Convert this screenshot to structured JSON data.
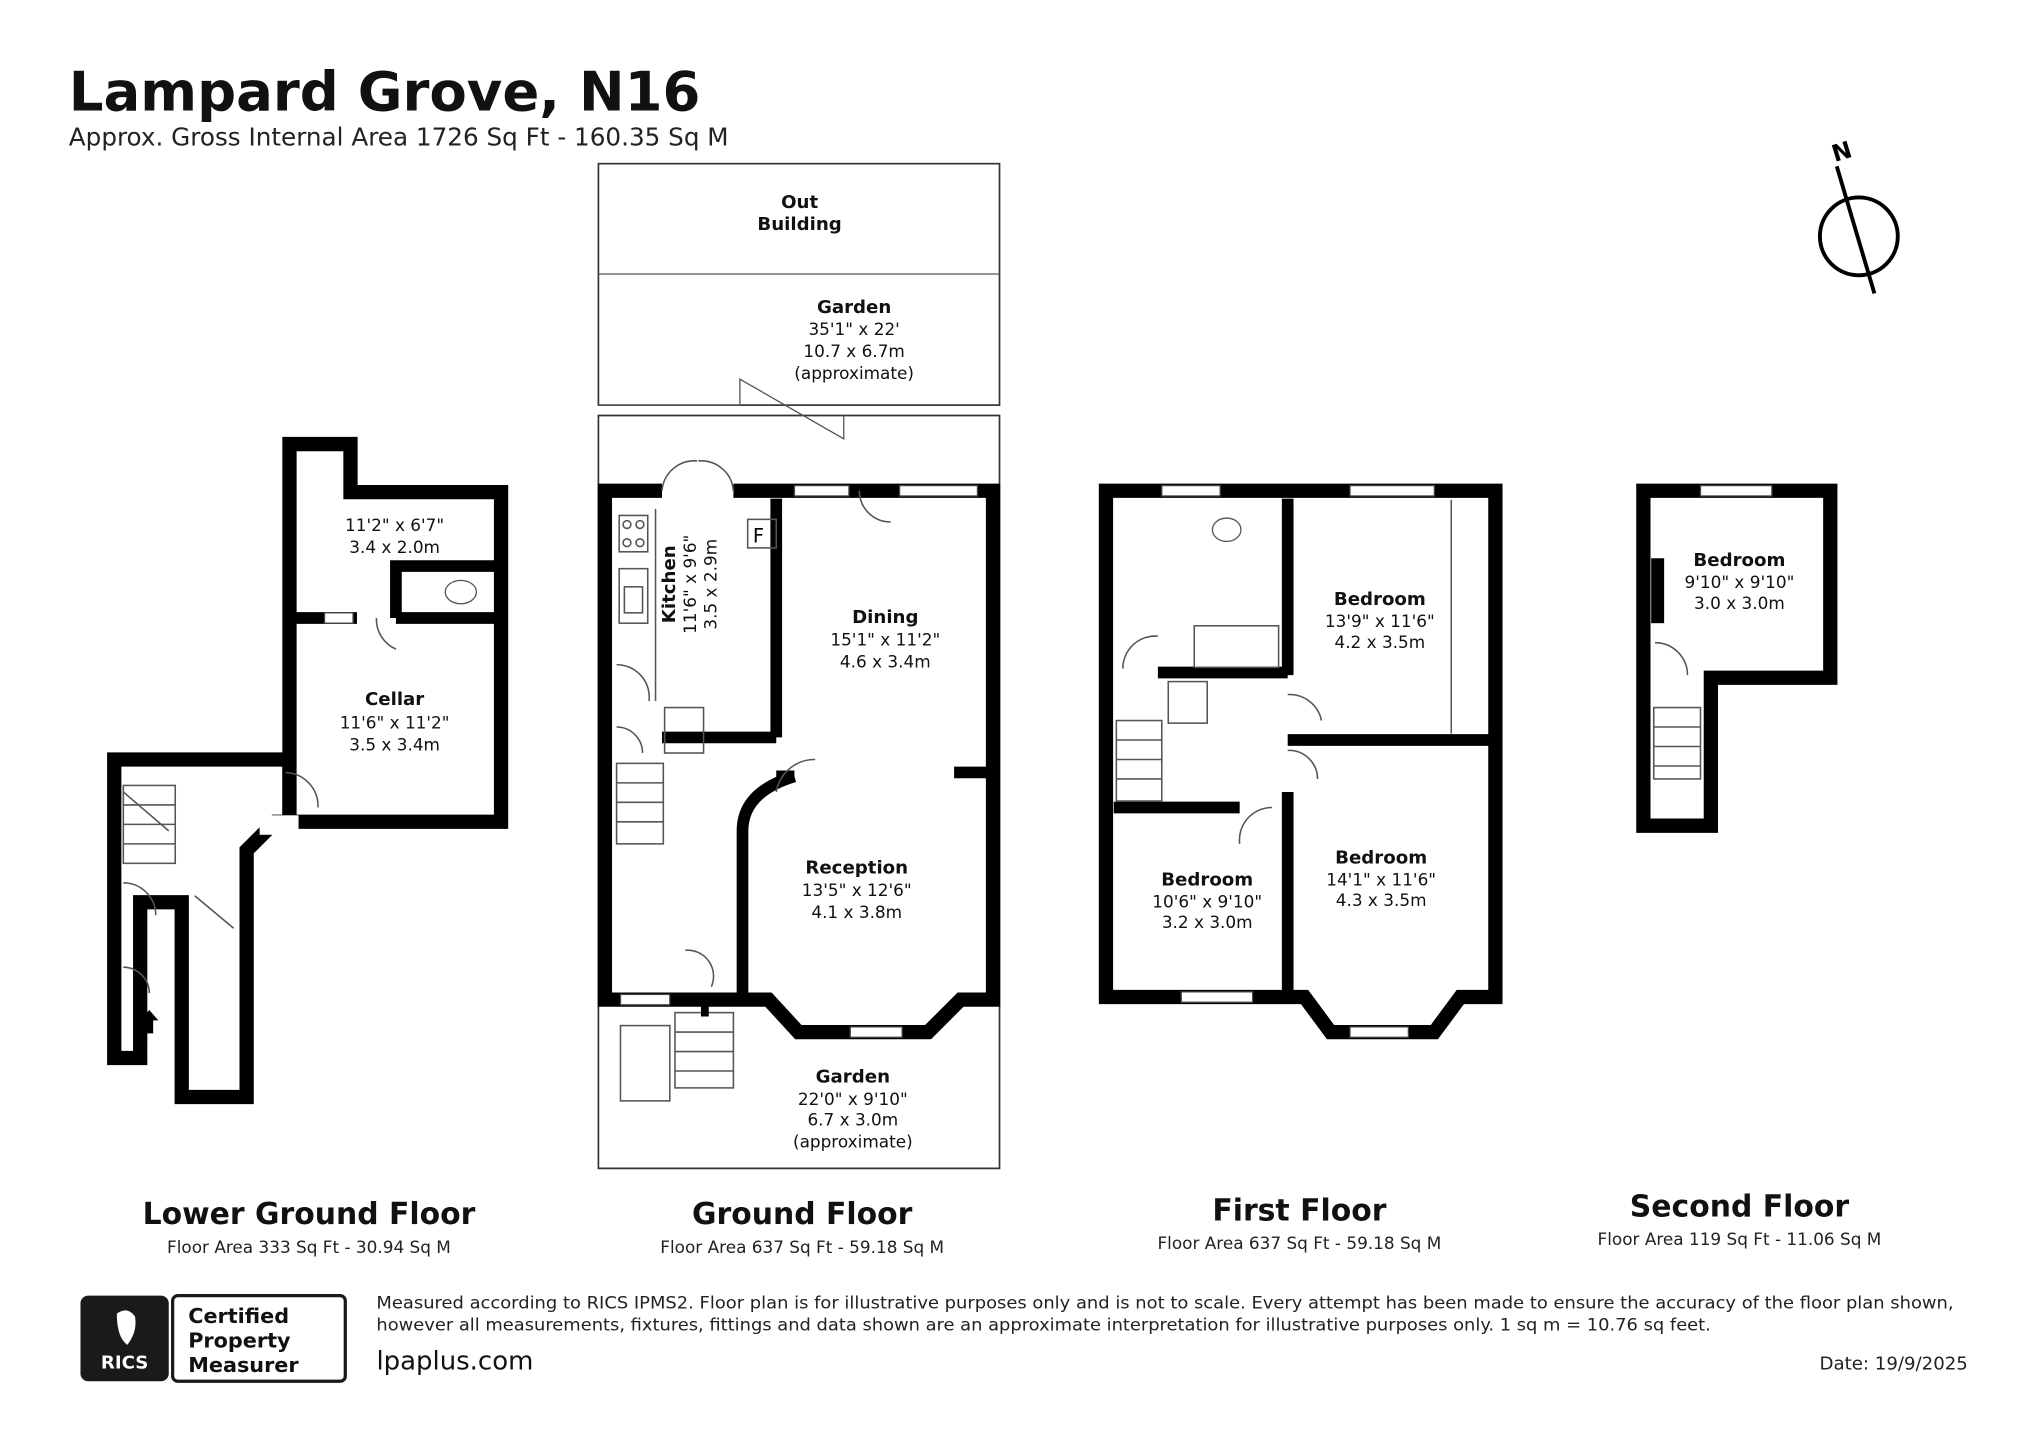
{
  "header": {
    "title": "Lampard Grove, N16",
    "subtitle": "Approx. Gross Internal Area 1726 Sq Ft - 160.35 Sq M"
  },
  "compass": {
    "label": "N"
  },
  "floors": [
    {
      "name": "Lower Ground Floor",
      "area": "Floor Area 333 Sq Ft - 30.94 Sq M",
      "rooms": [
        {
          "dims": "11'2\" x 6'7\"",
          "metric": "3.4 x 2.0m"
        },
        {
          "name": "Cellar",
          "dims": "11'6\" x 11'2\"",
          "metric": "3.5 x 3.4m"
        }
      ]
    },
    {
      "name": "Ground Floor",
      "area": "Floor Area 637 Sq Ft - 59.18 Sq M",
      "rooms": [
        {
          "name": "Out",
          "name2": "Building"
        },
        {
          "name": "Garden",
          "dims": "35'1\" x 22'",
          "metric": "10.7 x 6.7m",
          "note": "(approximate)"
        },
        {
          "name": "Kitchen",
          "dims": "11'6\" x 9'6\"",
          "metric": "3.5 x 2.9m"
        },
        {
          "name": "Dining",
          "dims": "15'1\" x 11'2\"",
          "metric": "4.6 x 3.4m"
        },
        {
          "name": "Reception",
          "dims": "13'5\" x 12'6\"",
          "metric": "4.1 x 3.8m"
        },
        {
          "name": "Garden",
          "dims": "22'0\" x 9'10\"",
          "metric": "6.7 x 3.0m",
          "note": "(approximate)"
        }
      ],
      "fridge_label": "F"
    },
    {
      "name": "First Floor",
      "area": "Floor Area 637 Sq Ft - 59.18 Sq M",
      "rooms": [
        {
          "name": "Bedroom",
          "dims": "13'9\" x 11'6\"",
          "metric": "4.2 x 3.5m"
        },
        {
          "name": "Bedroom",
          "dims": "14'1\" x 11'6\"",
          "metric": "4.3 x 3.5m"
        },
        {
          "name": "Bedroom",
          "dims": "10'6\" x 9'10\"",
          "metric": "3.2 x 3.0m"
        }
      ]
    },
    {
      "name": "Second Floor",
      "area": "Floor Area 119 Sq Ft - 11.06 Sq M",
      "rooms": [
        {
          "name": "Bedroom",
          "dims": "9'10\" x 9'10\"",
          "metric": "3.0 x 3.0m"
        }
      ]
    }
  ],
  "footer": {
    "badge_logo": "RICS",
    "badge_line1": "Certified",
    "badge_line2": "Property",
    "badge_line3": "Measurer",
    "disclaimer_line1": "Measured according to RICS IPMS2. Floor plan is for illustrative purposes only and is not to scale. Every attempt has been made to ensure the accuracy of the floor plan shown,",
    "disclaimer_line2": "however all measurements, fixtures, fittings and data shown are an approximate interpretation for illustrative purposes only. 1 sq m = 10.76 sq feet.",
    "website": "lpaplus.com",
    "date": "Date: 19/9/2025"
  }
}
